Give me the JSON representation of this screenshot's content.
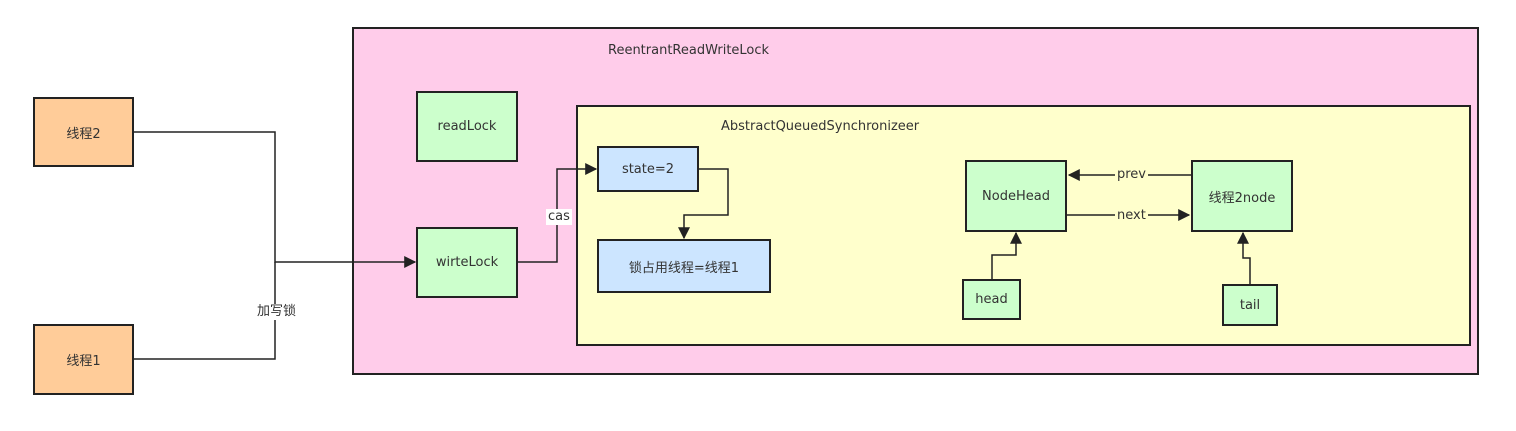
{
  "containers": {
    "outer_title": "ReentrantReadWriteLock",
    "inner_title": "AbstractQueuedSynchronizeer"
  },
  "nodes": {
    "thread2": "线程2",
    "thread1": "线程1",
    "read_lock": "readLock",
    "write_lock": "wirteLock",
    "state": "state=2",
    "lock_owner": "锁占用线程=线程1",
    "node_head": "NodeHead",
    "thread2_node": "线程2node",
    "head": "head",
    "tail": "tail"
  },
  "edges": {
    "write_lock_label": "加写锁",
    "cas_label": "cas",
    "prev_label": "prev",
    "next_label": "next"
  },
  "colors": {
    "thread": "#ffcc99",
    "outer": "#ffccea",
    "inner": "#ffffcc",
    "node": "#ccffcc",
    "state": "#cce5ff",
    "line": "#222222"
  }
}
